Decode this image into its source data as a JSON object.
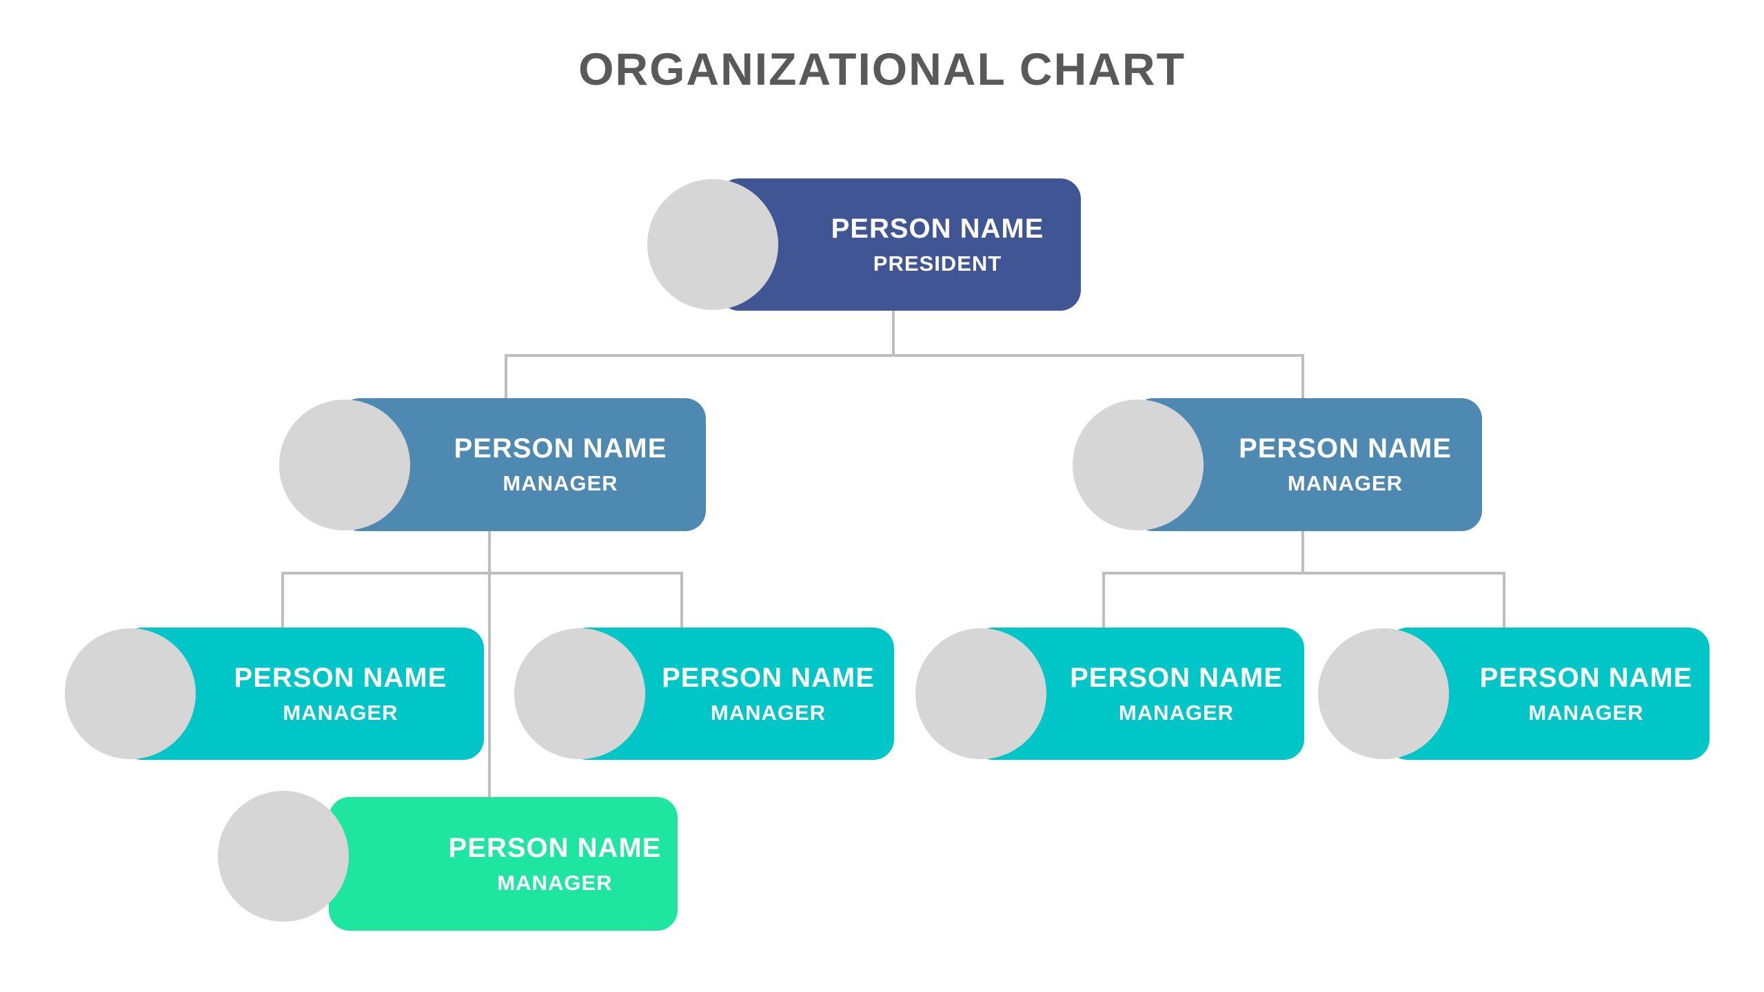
{
  "title": "ORGANIZATIONAL CHART",
  "palette": {
    "level1": "#3F5594",
    "level2": "#4E89B2",
    "level3": "#00C6C8",
    "level4": "#1EE6A0",
    "avatar": "#D6D6D6",
    "connector": "#BEBEBE",
    "title_color": "#595959"
  },
  "nodes": [
    {
      "name": "PERSON NAME",
      "role": "PRESIDENT",
      "level": 1
    },
    {
      "name": "PERSON NAME",
      "role": "MANAGER",
      "level": 2
    },
    {
      "name": "PERSON NAME",
      "role": "MANAGER",
      "level": 2
    },
    {
      "name": "PERSON NAME",
      "role": "MANAGER",
      "level": 3
    },
    {
      "name": "PERSON NAME",
      "role": "MANAGER",
      "level": 3
    },
    {
      "name": "PERSON NAME",
      "role": "MANAGER",
      "level": 3
    },
    {
      "name": "PERSON NAME",
      "role": "MANAGER",
      "level": 3
    },
    {
      "name": "PERSON NAME",
      "role": "MANAGER",
      "level": 4
    }
  ]
}
